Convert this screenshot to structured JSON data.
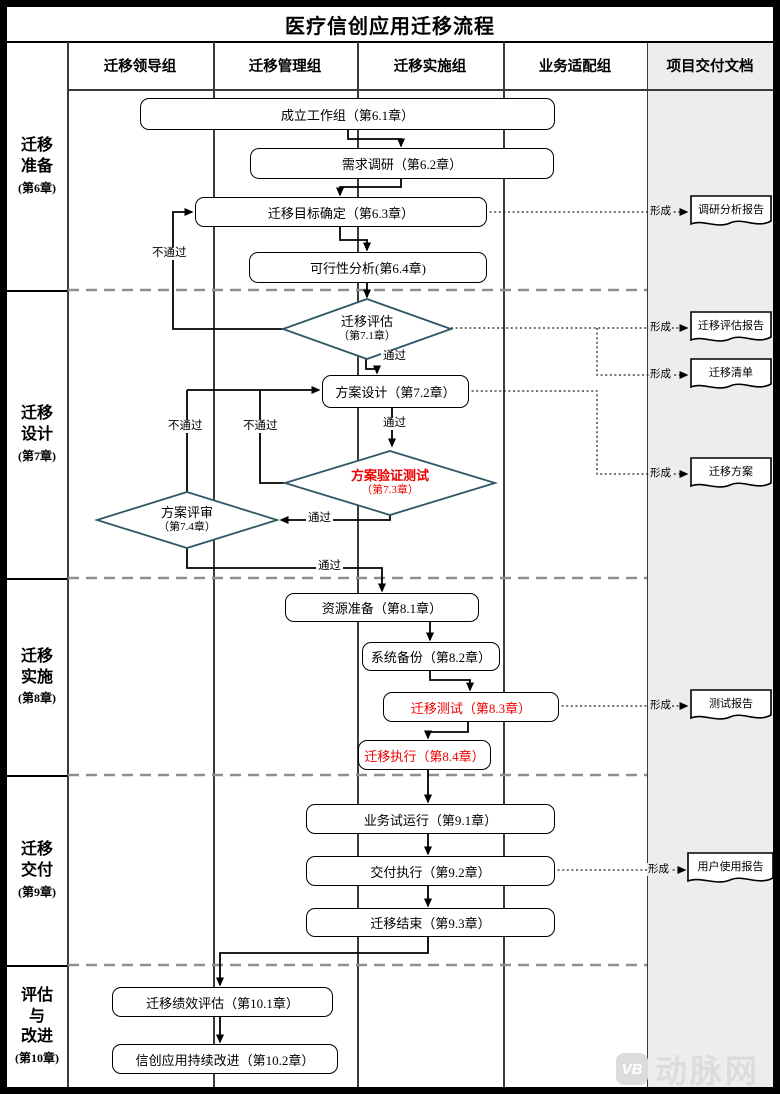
{
  "title": "医疗信创应用迁移流程",
  "columns": [
    "迁移领导组",
    "迁移管理组",
    "迁移实施组",
    "业务适配组",
    "项目交付文档"
  ],
  "phases": [
    {
      "lines": [
        "迁移",
        "准备"
      ],
      "chapter": "(第6章)"
    },
    {
      "lines": [
        "迁移",
        "设计"
      ],
      "chapter": "(第7章)"
    },
    {
      "lines": [
        "迁移",
        "实施"
      ],
      "chapter": "(第8章)"
    },
    {
      "lines": [
        "迁移",
        "交付"
      ],
      "chapter": "(第9章)"
    },
    {
      "lines": [
        "评估",
        "与",
        "改进"
      ],
      "chapter": "(第10章)"
    }
  ],
  "nodes": {
    "setup_team": "成立工作组（第6.1章）",
    "research": "需求调研（第6.2章）",
    "goal": "迁移目标确定（第6.3章）",
    "feasibility": "可行性分析(第6.4章)",
    "assess": {
      "title": "迁移评估",
      "chapter": "（第7.1章）"
    },
    "design": "方案设计（第7.2章）",
    "verify": {
      "title": "方案验证测试",
      "chapter": "（第7.3章）"
    },
    "review": {
      "title": "方案评审",
      "chapter": "（第7.4章）"
    },
    "resource": "资源准备（第8.1章）",
    "backup": "系统备份（第8.2章）",
    "test": "迁移测试（第8.3章）",
    "execute": "迁移执行（第8.4章）",
    "trial": "业务试运行（第9.1章）",
    "delivery": "交付执行（第9.2章）",
    "finish": "迁移结束（第9.3章）",
    "evaluate": "迁移绩效评估（第10.1章）",
    "improve": "信创应用持续改进（第10.2章）"
  },
  "documents": [
    "调研分析报告",
    "迁移评估报告",
    "迁移清单",
    "迁移方案",
    "测试报告",
    "用户使用报告"
  ],
  "edge_labels": {
    "pass": "通过",
    "fail": "不通过",
    "form": "形成"
  },
  "watermark": {
    "logo": "VB",
    "text": "动脉网"
  },
  "colors": {
    "highlight_red": "#f00000",
    "diamond_border": "#2f5866",
    "deliverable_bg": "#ededed",
    "separator_gray": "#8f8f8f"
  }
}
